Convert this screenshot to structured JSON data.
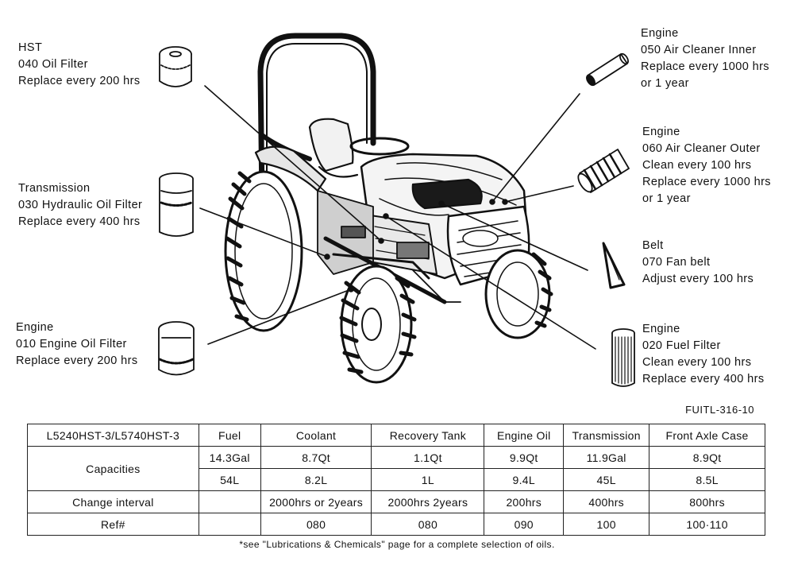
{
  "callouts": {
    "hst": {
      "system": "HST",
      "part": "040 Oil Filter",
      "service": "Replace every 200 hrs"
    },
    "transmission": {
      "system": "Transmission",
      "part": "030 Hydraulic Oil Filter",
      "service": "Replace every 400 hrs"
    },
    "engine_oil": {
      "system": "Engine",
      "part": "010 Engine Oil Filter",
      "service": "Replace every 200 hrs"
    },
    "air_inner": {
      "system": "Engine",
      "part": "050 Air Cleaner Inner",
      "service": "Replace every 1000 hrs",
      "service2": "or 1 year"
    },
    "air_outer": {
      "system": "Engine",
      "part": "060 Air Cleaner Outer",
      "service": "Clean every 100 hrs",
      "service2": "Replace every 1000 hrs",
      "service3": "or 1 year"
    },
    "belt": {
      "system": "Belt",
      "part": "070 Fan belt",
      "service": "Adjust every 100 hrs"
    },
    "fuel": {
      "system": "Engine",
      "part": "020 Fuel Filter",
      "service": "Clean every 100 hrs",
      "service2": "Replace every 400 hrs"
    }
  },
  "figure_code": "FUITL-316-10",
  "table": {
    "header": [
      "L5240HST-3/L5740HST-3",
      "Fuel",
      "Coolant",
      "Recovery Tank",
      "Engine Oil",
      "Transmission",
      "Front Axle Case"
    ],
    "capacities_label": "Capacities",
    "capacities_us": [
      "14.3Gal",
      "8.7Qt",
      "1.1Qt",
      "9.9Qt",
      "11.9Gal",
      "8.9Qt"
    ],
    "capacities_metric": [
      "54L",
      "8.2L",
      "1L",
      "9.4L",
      "45L",
      "8.5L"
    ],
    "change_interval_label": "Change interval",
    "change_interval": [
      "",
      "2000hrs or 2years",
      "2000hrs 2years",
      "200hrs",
      "400hrs",
      "800hrs"
    ],
    "ref_label": "Ref#",
    "ref": [
      "",
      "080",
      "080",
      "090",
      "100",
      "100·110"
    ]
  },
  "footnote": "*see \"Lubrications & Chemicals\" page for a complete selection of oils."
}
